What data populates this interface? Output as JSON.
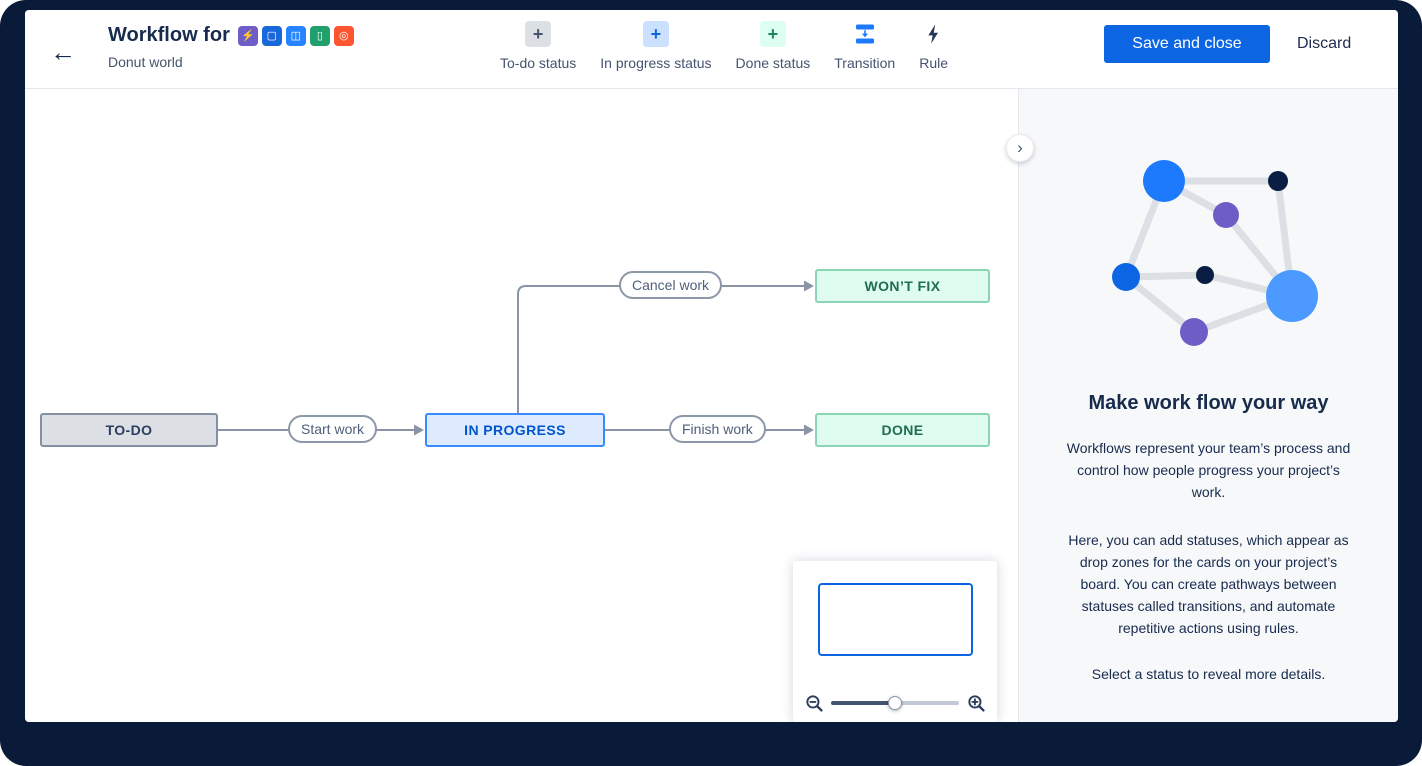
{
  "icons": {
    "back": "←",
    "plus": "+",
    "chevron": "›"
  },
  "header": {
    "title": "Workflow for",
    "subtitle": "Donut world",
    "project_icons": [
      {
        "name": "lightning",
        "color": "#6E5DC6",
        "glyph": "⚡"
      },
      {
        "name": "board",
        "color": "#1868DB",
        "glyph": "▢"
      },
      {
        "name": "software",
        "color": "#2684FF",
        "glyph": "◫"
      },
      {
        "name": "tag",
        "color": "#22A06B",
        "glyph": "▯"
      },
      {
        "name": "target",
        "color": "#FB5630",
        "glyph": "◎"
      }
    ],
    "tools": [
      {
        "label": "To-do status"
      },
      {
        "label": "In progress status"
      },
      {
        "label": "Done status"
      },
      {
        "label": "Transition"
      },
      {
        "label": "Rule"
      }
    ],
    "save_button": "Save and close",
    "discard_button": "Discard"
  },
  "canvas": {
    "nodes": [
      {
        "label": "TO-DO",
        "kind": "todo"
      },
      {
        "label": "IN PROGRESS",
        "kind": "in-progress"
      },
      {
        "label": "WON’T FIX",
        "kind": "done"
      },
      {
        "label": "DONE",
        "kind": "done"
      }
    ],
    "transitions": [
      {
        "label": "Start work"
      },
      {
        "label": "Cancel work"
      },
      {
        "label": "Finish work"
      }
    ]
  },
  "panel": {
    "heading": "Make work flow your way",
    "paragraphs": [
      "Workflows represent your team’s process and control how people progress your project’s work.",
      "Here, you can add statuses, which appear as drop zones for the cards on your project’s board. You can create pathways between statuses called transitions, and automate repetitive actions using rules.",
      "Select a status to reveal more details."
    ]
  },
  "colors": {
    "frame_navy": "#0A1B3A",
    "primary_blue": "#0C66E4",
    "todo_bg": "#DCDFE4",
    "todo_border": "#8590A2",
    "inprogress_bg": "#DEEBFF",
    "inprogress_border": "#388BFF",
    "inprogress_text": "#0055CC",
    "done_bg": "#DFFCF0",
    "done_border": "#8BD5B5",
    "done_text": "#216E4E",
    "edge_gray": "#8A94A6"
  }
}
